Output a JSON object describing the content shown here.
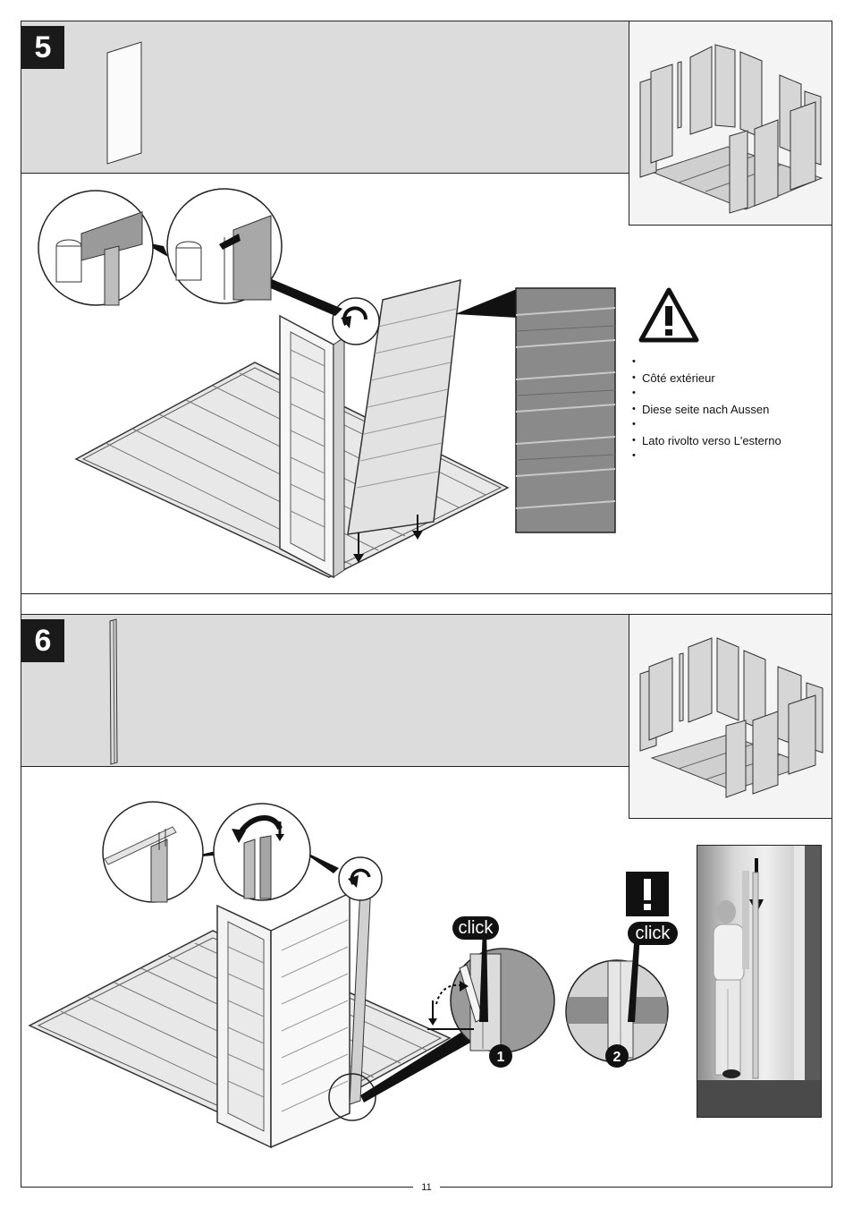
{
  "steps": [
    {
      "number": "5"
    },
    {
      "number": "6"
    }
  ],
  "orientation_note": {
    "lines": [
      "",
      "Côté extérieur",
      "",
      "Diese seite nach Aussen",
      "",
      "Lato rivolto verso L'esterno",
      ""
    ]
  },
  "click_labels": [
    "click",
    "click"
  ],
  "detail_markers": [
    "1",
    "2"
  ],
  "page_number": "11",
  "icons": [
    "warning-triangle-icon",
    "exclamation-icon",
    "rotate-arrow-icon",
    "down-arrow-icon"
  ],
  "colors": {
    "header_bg": "#dcdcdc",
    "step_badge": "#1a1a1a",
    "panel": "#d0d0d0",
    "texture": "#8a8a8a"
  }
}
